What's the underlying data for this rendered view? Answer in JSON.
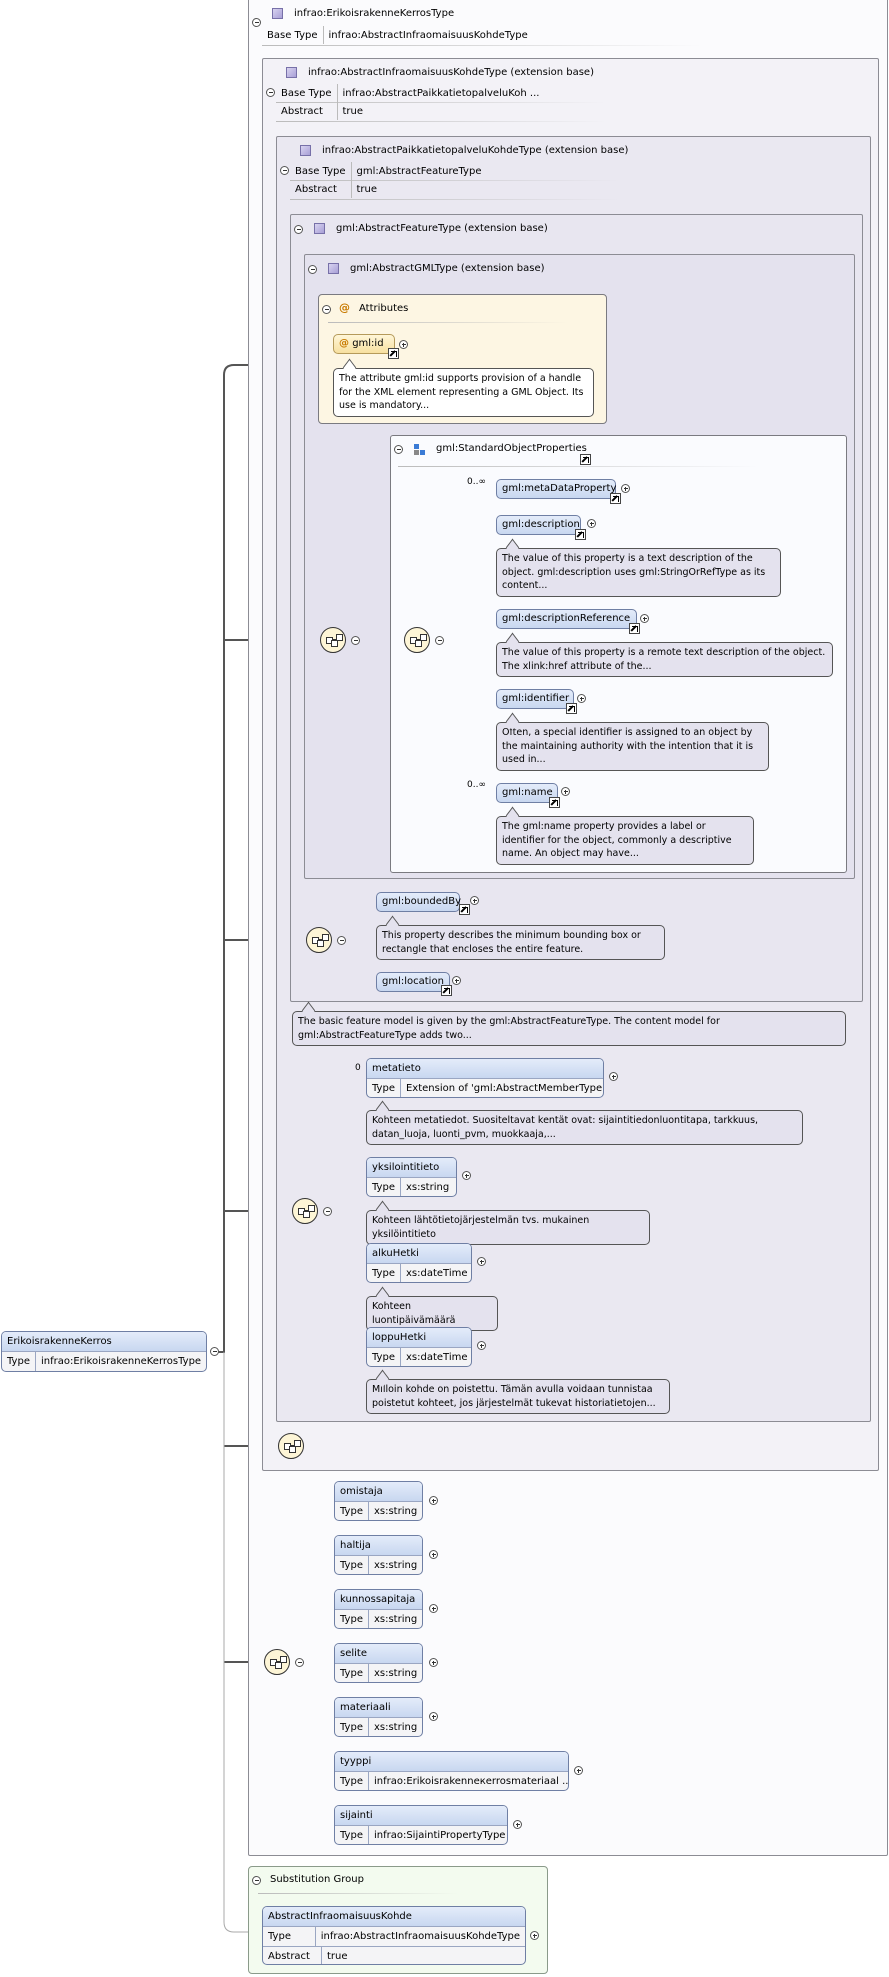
{
  "root": {
    "name": "ErikoisrakenneKerros",
    "type_label": "Type",
    "type_value": "infrao:ErikoisrakenneKerrosType"
  },
  "complex_type": {
    "name": "infrao:ErikoisrakenneKerrosType",
    "base_type_label": "Base Type",
    "base_type_value": "infrao:AbstractInfraomaisuusKohdeType"
  },
  "base1": {
    "name": "infrao:AbstractInfraomaisuusKohdeType (extension base)",
    "base_type_label": "Base Type",
    "base_type_value": "infrao:AbstractPaikkatietopalveluKoh ...",
    "abstract_label": "Abstract",
    "abstract_value": "true"
  },
  "base2": {
    "name": "infrao:AbstractPaikkatietopalveluKohdeType (extension base)",
    "base_type_label": "Base Type",
    "base_type_value": "gml:AbstractFeatureType",
    "abstract_label": "Abstract",
    "abstract_value": "true"
  },
  "base3": {
    "name": "gml:AbstractFeatureType (extension base)"
  },
  "base4": {
    "name": "gml:AbstractGMLType (extension base)"
  },
  "attributes": {
    "title": "Attributes",
    "items": [
      {
        "name": "gml:id",
        "doc": "The attribute gml:id supports provision of a handle for the XML element representing a GML Object. Its use is mandatory..."
      }
    ]
  },
  "std_props": {
    "title": "gml:StandardObjectProperties",
    "items": [
      {
        "name": "gml:metaDataProperty",
        "card": "0..∞",
        "doc": ""
      },
      {
        "name": "gml:description",
        "card": "",
        "doc": "The value of this property is a text description of the object. gml:description uses gml:StringOrRefType as its content..."
      },
      {
        "name": "gml:descriptionReference",
        "card": "",
        "doc": "The value of this property is a remote text description of the object. The xlink:href attribute of the..."
      },
      {
        "name": "gml:identifier",
        "card": "",
        "doc": "Often, a special identifier is assigned to an object by the maintaining authority with the intention that it is used in..."
      },
      {
        "name": "gml:name",
        "card": "0..∞",
        "doc": "The gml:name property provides a label or identifier for the object, commonly a descriptive name. An object may have..."
      }
    ]
  },
  "feature_props": {
    "items": [
      {
        "name": "gml:boundedBy",
        "doc": "This property describes the minimum bounding box or rectangle that encloses the entire feature."
      },
      {
        "name": "gml:location",
        "doc": ""
      }
    ],
    "doc": "The basic feature model is given by the gml:AbstractFeatureType. The content model for gml:AbstractFeatureType adds two..."
  },
  "paikka_items": [
    {
      "name": "metatieto",
      "card": "0",
      "type_label": "Type",
      "type_value": "Extension of 'gml:AbstractMemberType'",
      "doc": "Kohteen metatiedot. Suositeltavat kentät ovat: sijaintitiedonluontitapa, tarkkuus, datan_luoja, luonti_pvm, muokkaaja,..."
    },
    {
      "name": "yksilointitieto",
      "card": "",
      "type_label": "Type",
      "type_value": "xs:string",
      "doc": "Kohteen lähtötietojärjestelmän tvs. mukainen yksilöintitieto"
    },
    {
      "name": "alkuHetki",
      "card": "",
      "type_label": "Type",
      "type_value": "xs:dateTime",
      "doc": "Kohteen luontipäivämäärä"
    },
    {
      "name": "loppuHetki",
      "card": "",
      "type_label": "Type",
      "type_value": "xs:dateTime",
      "doc": "Milloin kohde on poistettu. Tämän avulla voidaan tunnistaa poistetut kohteet, jos järjestelmät tukevat historiatietojen..."
    }
  ],
  "own_items": [
    {
      "name": "omistaja",
      "type_label": "Type",
      "type_value": "xs:string"
    },
    {
      "name": "haltija",
      "type_label": "Type",
      "type_value": "xs:string"
    },
    {
      "name": "kunnossapitaja",
      "type_label": "Type",
      "type_value": "xs:string"
    },
    {
      "name": "selite",
      "type_label": "Type",
      "type_value": "xs:string"
    },
    {
      "name": "materiaali",
      "type_label": "Type",
      "type_value": "xs:string"
    },
    {
      "name": "tyyppi",
      "type_label": "Type",
      "type_value": "infrao:Erikoisrakenneкerrosmateriaal ..."
    },
    {
      "name": "sijainti",
      "type_label": "Type",
      "type_value": "infrao:SijaintiPropertyType"
    }
  ],
  "substitution": {
    "title": "Substitution Group",
    "name": "AbstractInfraomaisuusKohde",
    "type_label": "Type",
    "type_value": "infrao:AbstractInfraomaisuusKohdeType",
    "abstract_label": "Abstract",
    "abstract_value": "true"
  }
}
